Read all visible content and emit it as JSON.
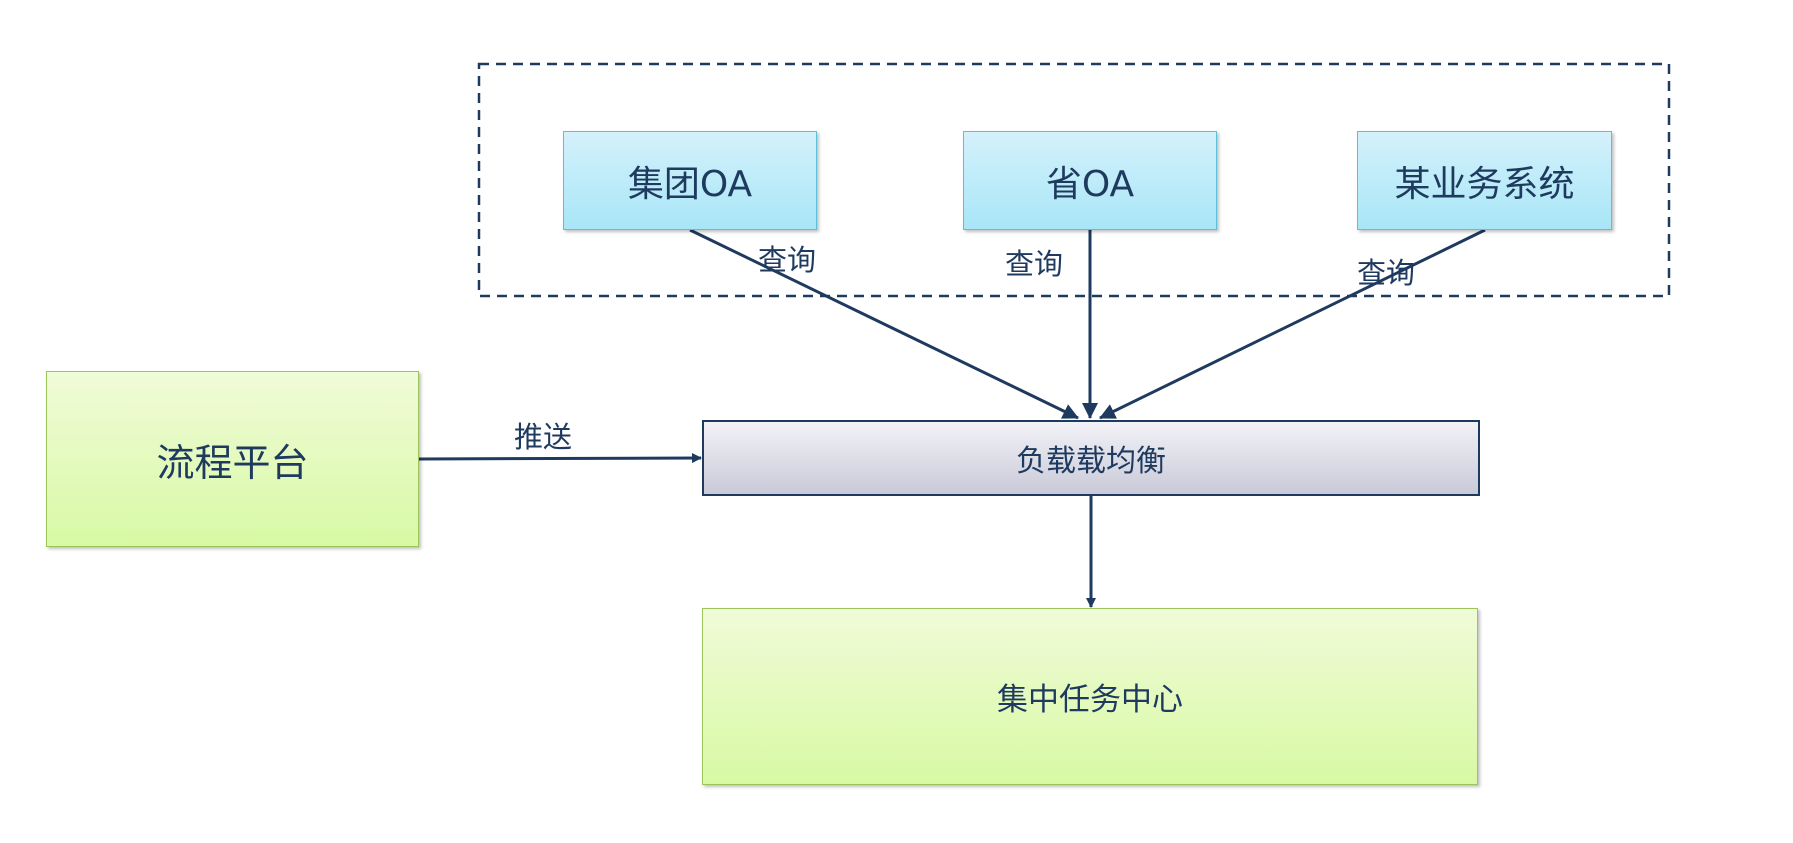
{
  "nodes": {
    "group_oa": "集团OA",
    "province_oa": "省OA",
    "business_system": "某业务系统",
    "process_platform": "流程平台",
    "load_balancer": "负载载均衡",
    "task_center": "集中任务中心"
  },
  "edges": {
    "query_1": "查询",
    "query_2": "查询",
    "query_3": "查询",
    "push": "推送"
  },
  "colors": {
    "line": "#1f3a5f",
    "blue_fill": "#b8ebf8",
    "green_fill": "#e4fbbd",
    "gray_fill": "#dcdce6"
  }
}
